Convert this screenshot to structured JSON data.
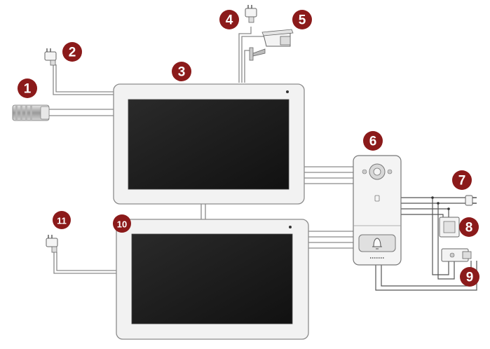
{
  "labels": {
    "l1": "1",
    "l2": "2",
    "l3": "3",
    "l4": "4",
    "l5": "5",
    "l6": "6",
    "l7": "7",
    "l8": "8",
    "l9": "9",
    "l10": "10",
    "l11": "11"
  },
  "colors": {
    "badge": "#8b1a1a",
    "monitor_frame": "#f2f2f2",
    "screen": "#1c1c1c",
    "wire": "#8a8a8a"
  }
}
